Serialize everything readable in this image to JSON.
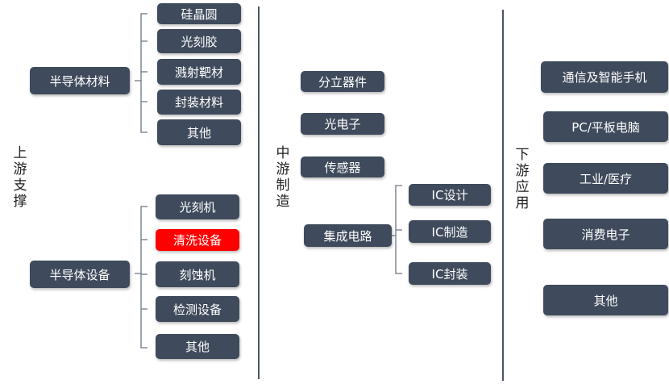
{
  "colors": {
    "box": "#3f4b5c",
    "highlight": "#ff0000",
    "divider": "#4a5563",
    "connector": "#6b7683"
  },
  "upstream": {
    "label": "上游支撑",
    "materials": {
      "label": "半导体材料",
      "items": [
        "硅晶圆",
        "光刻胶",
        "溅射靶材",
        "封装材料",
        "其他"
      ]
    },
    "equipment": {
      "label": "半导体设备",
      "items": [
        "光刻机",
        "清洗设备",
        "刻蚀机",
        "检测设备",
        "其他"
      ]
    }
  },
  "midstream": {
    "label": "中游制造",
    "items": [
      "分立器件",
      "光电子",
      "传感器"
    ],
    "ic": {
      "label": "集成电路",
      "items": [
        "IC设计",
        "IC制造",
        "IC封装"
      ]
    }
  },
  "downstream": {
    "label": "下游应用",
    "items": [
      "通信及智能手机",
      "PC/平板电脑",
      "工业/医疗",
      "消费电子",
      "其他"
    ]
  }
}
